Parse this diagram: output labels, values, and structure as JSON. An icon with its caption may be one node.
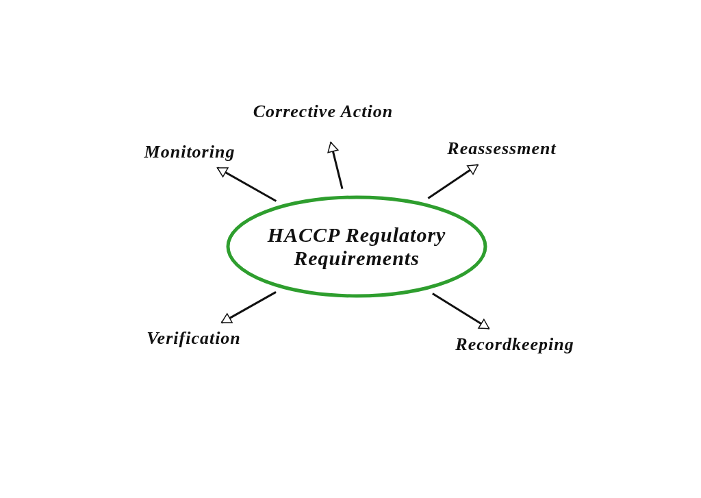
{
  "diagram": {
    "nodes": [
      {
        "text": [
          "HACCP Regulatory Requirements"
        ]
      },
      {
        "text": [
          "Corrective Action"
        ]
      },
      {
        "text": [
          "Monitoring"
        ]
      },
      {
        "text": [
          "Reassessment"
        ]
      },
      {
        "text": [
          "Verification"
        ]
      },
      {
        "text": [
          "Recordkeeping"
        ]
      }
    ],
    "edges": [
      {
        "from": 0,
        "to": 1,
        "arrow": "to"
      },
      {
        "from": 0,
        "to": 2,
        "arrow": "to"
      },
      {
        "from": 0,
        "to": 3,
        "arrow": "to"
      },
      {
        "from": 0,
        "to": 4,
        "arrow": "to"
      },
      {
        "from": 0,
        "to": 5,
        "arrow": "to"
      }
    ]
  }
}
